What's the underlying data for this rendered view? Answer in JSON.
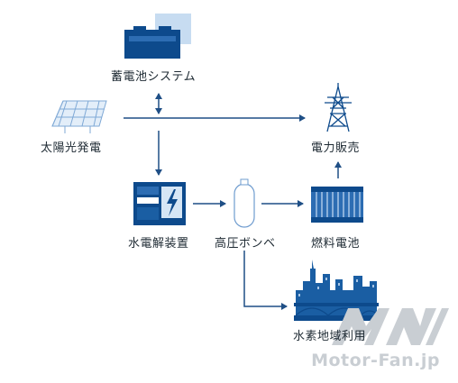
{
  "nodes": {
    "storage": {
      "label": "蓄電池システム"
    },
    "solar": {
      "label": "太陽光発電"
    },
    "grid": {
      "label": "電力販売"
    },
    "electrolyzer": {
      "label": "水電解装置"
    },
    "cylinder": {
      "label": "高圧ボンベ"
    },
    "fuel_cell": {
      "label": "燃料電池"
    },
    "community": {
      "label": "水素地域利用"
    }
  },
  "watermark": {
    "text": "Motor-Fan.jp"
  },
  "colors": {
    "primary": "#0d4a8c",
    "light": "#a9c6e6",
    "arrow": "#1f4f86",
    "text": "#1e2a33"
  }
}
